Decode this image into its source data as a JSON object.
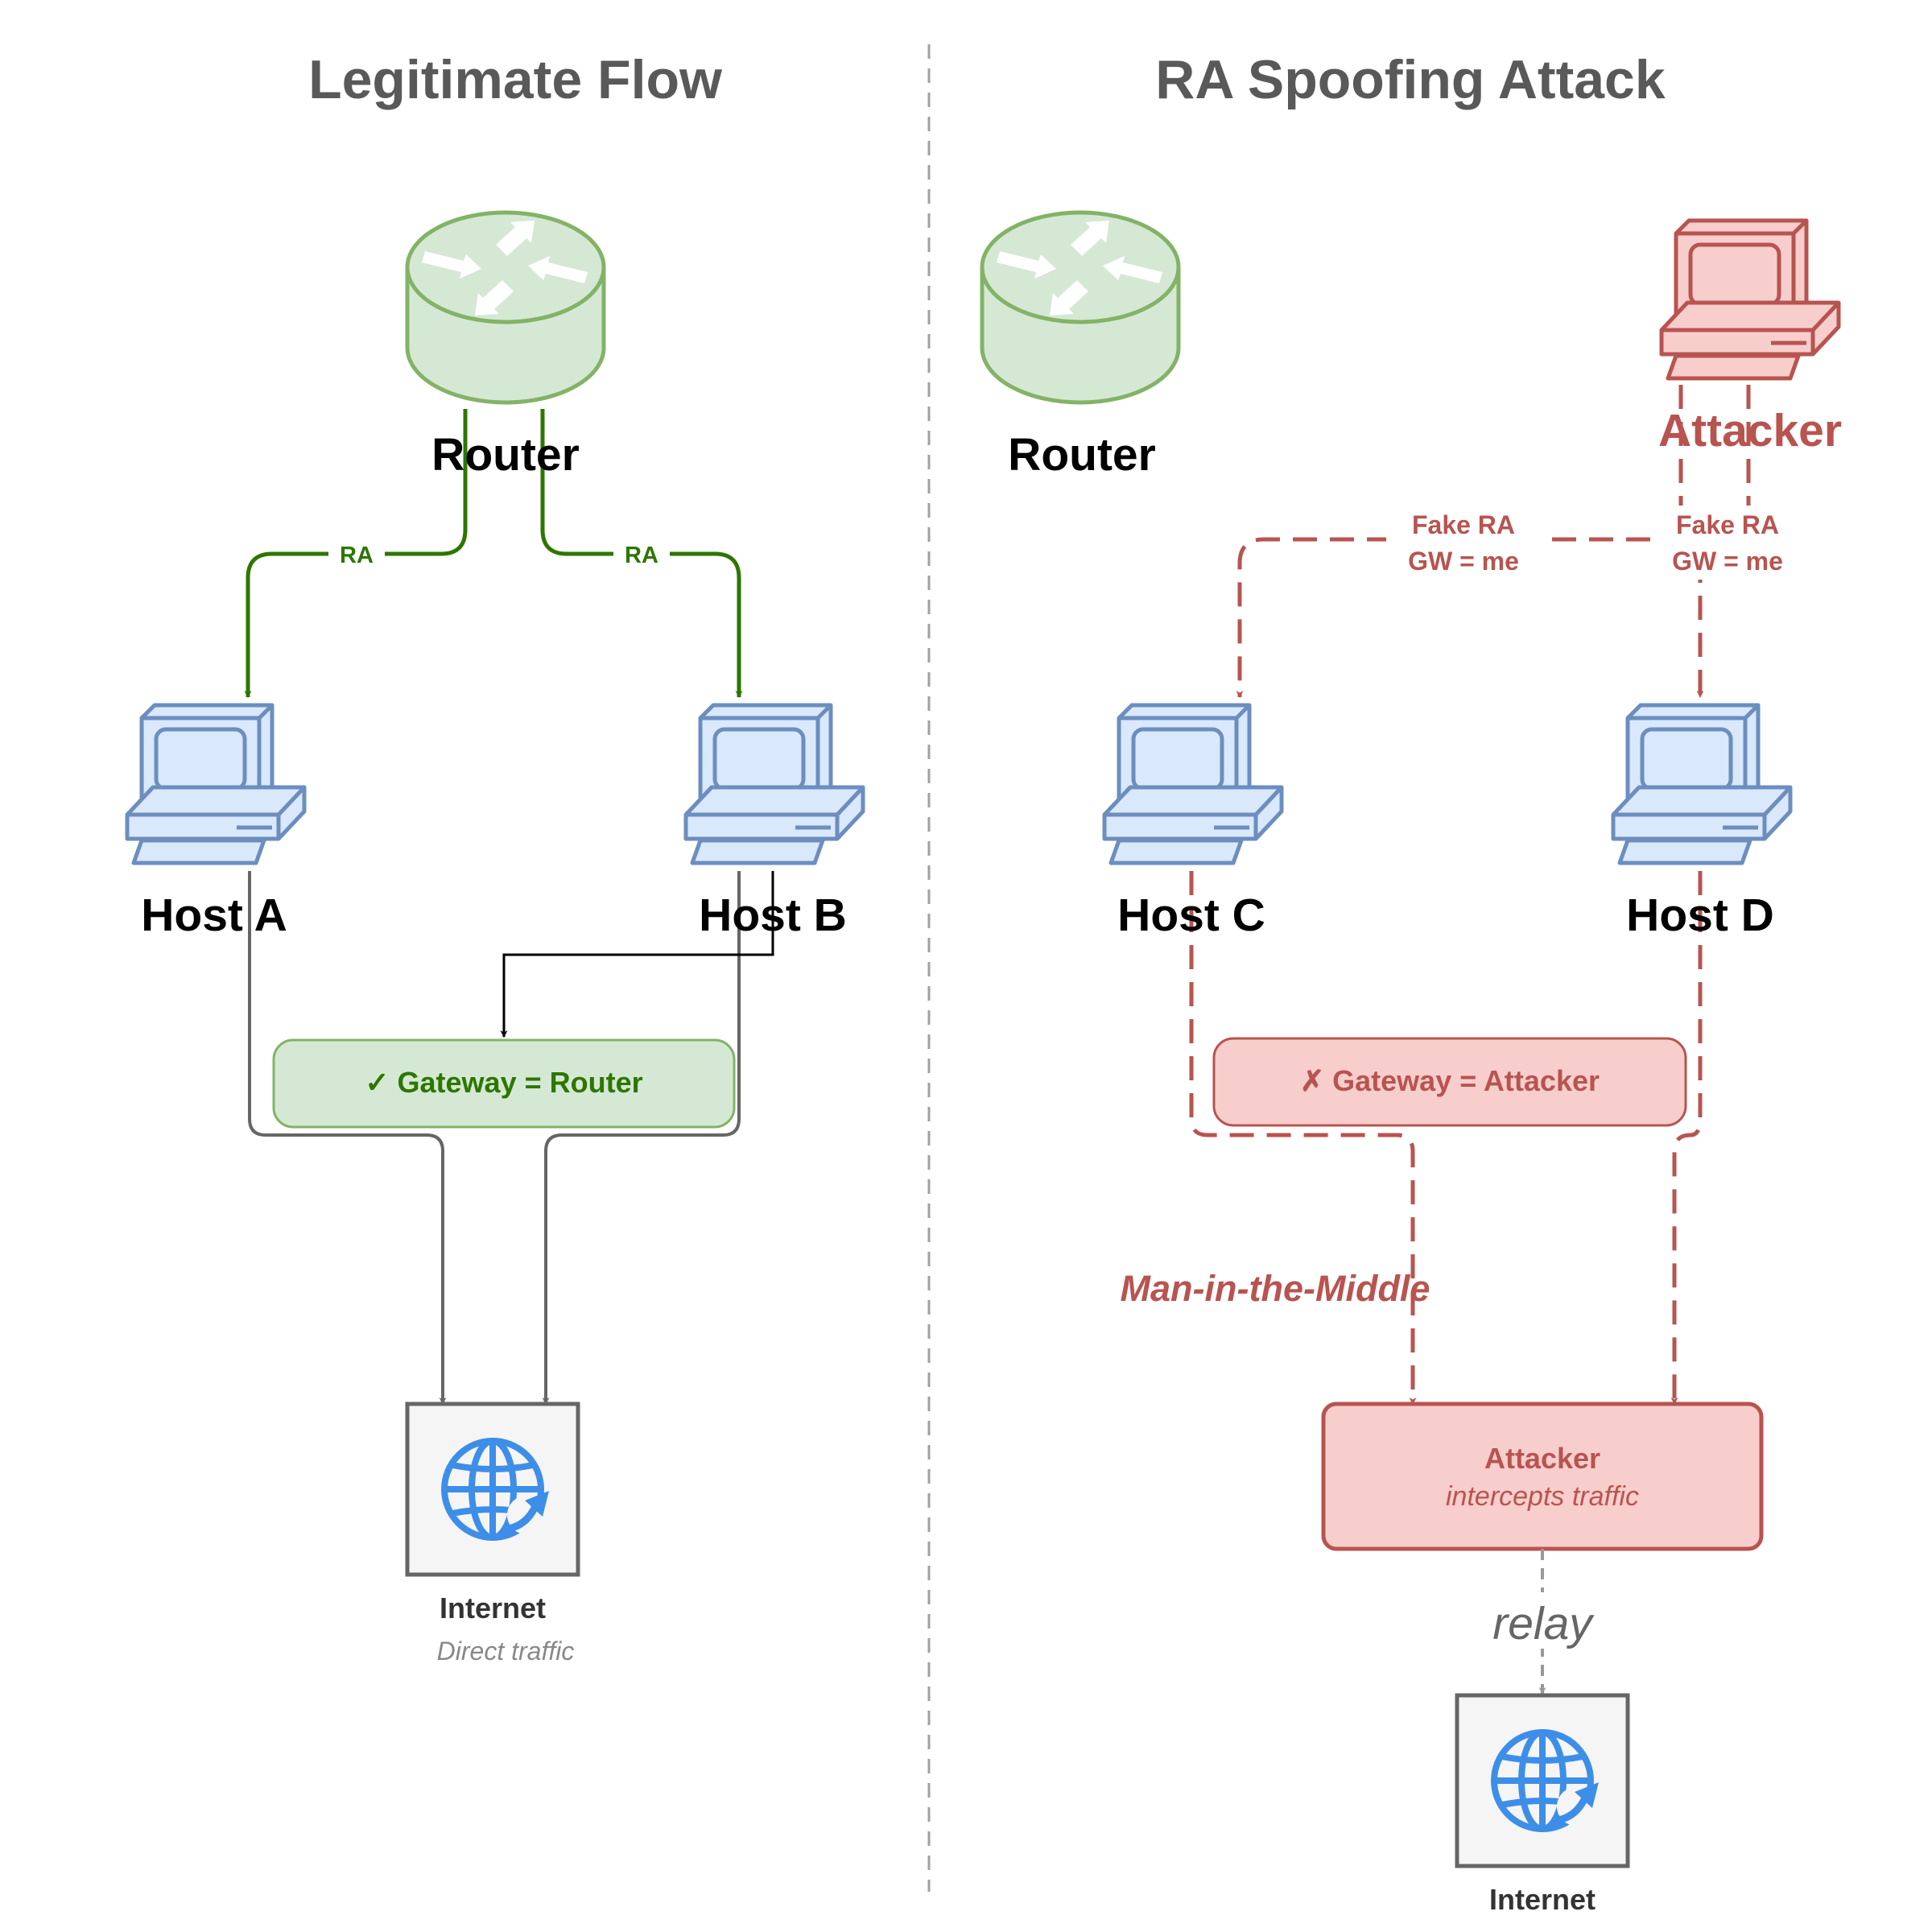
{
  "titles": {
    "left": "Legitimate Flow",
    "right": "RA Spoofing Attack"
  },
  "nodes": {
    "router_left": "Router",
    "router_right": "Router",
    "attacker_pc": "Attacker",
    "host_a": "Host A",
    "host_b": "Host B",
    "host_c": "Host C",
    "host_d": "Host D"
  },
  "edges": {
    "ra_a": "RA",
    "ra_b": "RA",
    "fake_ra_c": [
      "Fake RA",
      "GW = me"
    ],
    "fake_ra_d": [
      "Fake RA",
      "GW = me"
    ],
    "mitm": "Man-in-the-Middle",
    "relay": "relay"
  },
  "boxes": {
    "gateway_ok": "✓ Gateway = Router",
    "gateway_bad": "✗ Gateway = Attacker",
    "attacker_box_title": "Attacker",
    "attacker_box_sub": "intercepts traffic"
  },
  "internet": {
    "left_label": "Internet",
    "left_sub": "Direct traffic",
    "right_label": "Internet"
  },
  "colors": {
    "green_fill": "#d5e8d4",
    "green_stroke": "#82b366",
    "green_edge": "#2d7600",
    "blue_fill": "#dae8fc",
    "blue_stroke": "#6c8ebf",
    "red_fill": "#f8cecc",
    "red_stroke": "#b85450",
    "gray_edge": "#666666",
    "globe": "#3d8ee8"
  }
}
